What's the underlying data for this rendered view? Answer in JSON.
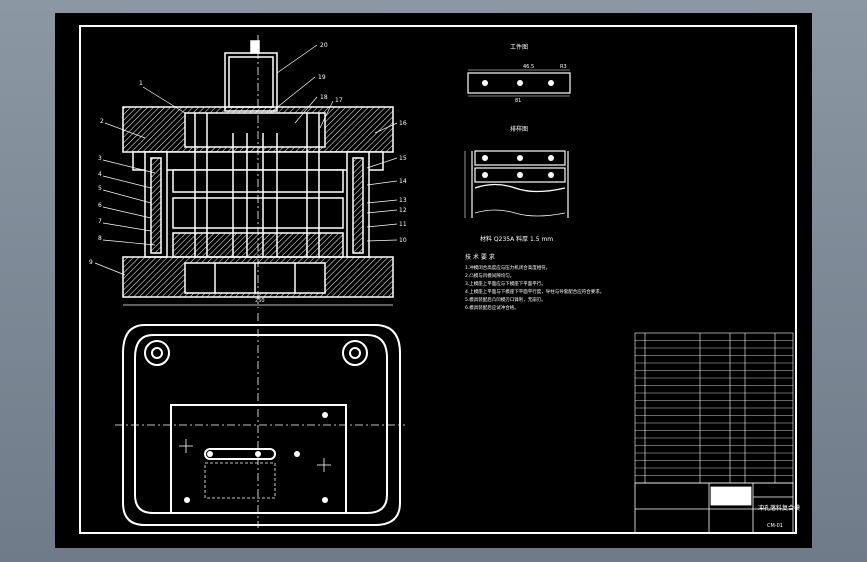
{
  "drawing": {
    "workpiece_title": "工件图",
    "layout_title": "排样图",
    "workpiece_dims": [
      "46.5",
      "R3",
      "81"
    ],
    "material": "材料  Q235A   料厚  1.5 mm",
    "tech_title": "技 术 要 求",
    "tech_lines": [
      "1.冲模闭合高度应与压力机闭合高度相符。",
      "2.凸模与凹模间隙均匀。",
      "3.上模座上平面应与下模座下平面平行。",
      "4.上模座上平面与下模座下平面平行度，导柱与导套配合应符合要求。",
      "5.模具装配后凸凹模刃口锋利，无崩刃。",
      "6.模具装配后应试冲合格。"
    ],
    "part_numbers_left": [
      "1",
      "2",
      "3",
      "4",
      "5",
      "6",
      "7",
      "8",
      "9"
    ],
    "part_numbers_right": [
      "20",
      "19",
      "18",
      "17",
      "16",
      "15",
      "14",
      "13",
      "12",
      "11",
      "10"
    ],
    "base_width_dim": "250",
    "title_block_name": "冲孔落料复合模",
    "title_block_code": "CM-01",
    "colors": {
      "line": "#ffffff",
      "background": "#000000",
      "outer": "#7d8896"
    }
  }
}
